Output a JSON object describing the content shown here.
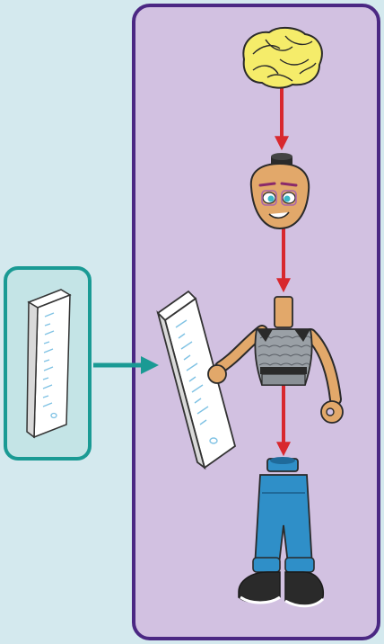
{
  "colors": {
    "page_background": "#d4e9ee",
    "parts_panel_border": "#1a9a94",
    "parts_panel_fill": "#c4e4e6",
    "assembly_panel_border": "#4b2883",
    "assembly_panel_fill": "#d2c1e1",
    "arrow_red": "#d8282e",
    "arrow_teal": "#1a9a94",
    "hair_yellow": "#f5ec6a",
    "skin": "#e2a86a",
    "legs_blue": "#2f8fc8",
    "chainmail_gray": "#9aa0a6"
  },
  "parts": {
    "ruler": {
      "icon": "ruler-tile-icon",
      "tick_marks": "light-blue"
    }
  },
  "assembly": {
    "steps": [
      "hair",
      "head",
      "torso",
      "legs"
    ],
    "accessory": "ruler-tile"
  }
}
